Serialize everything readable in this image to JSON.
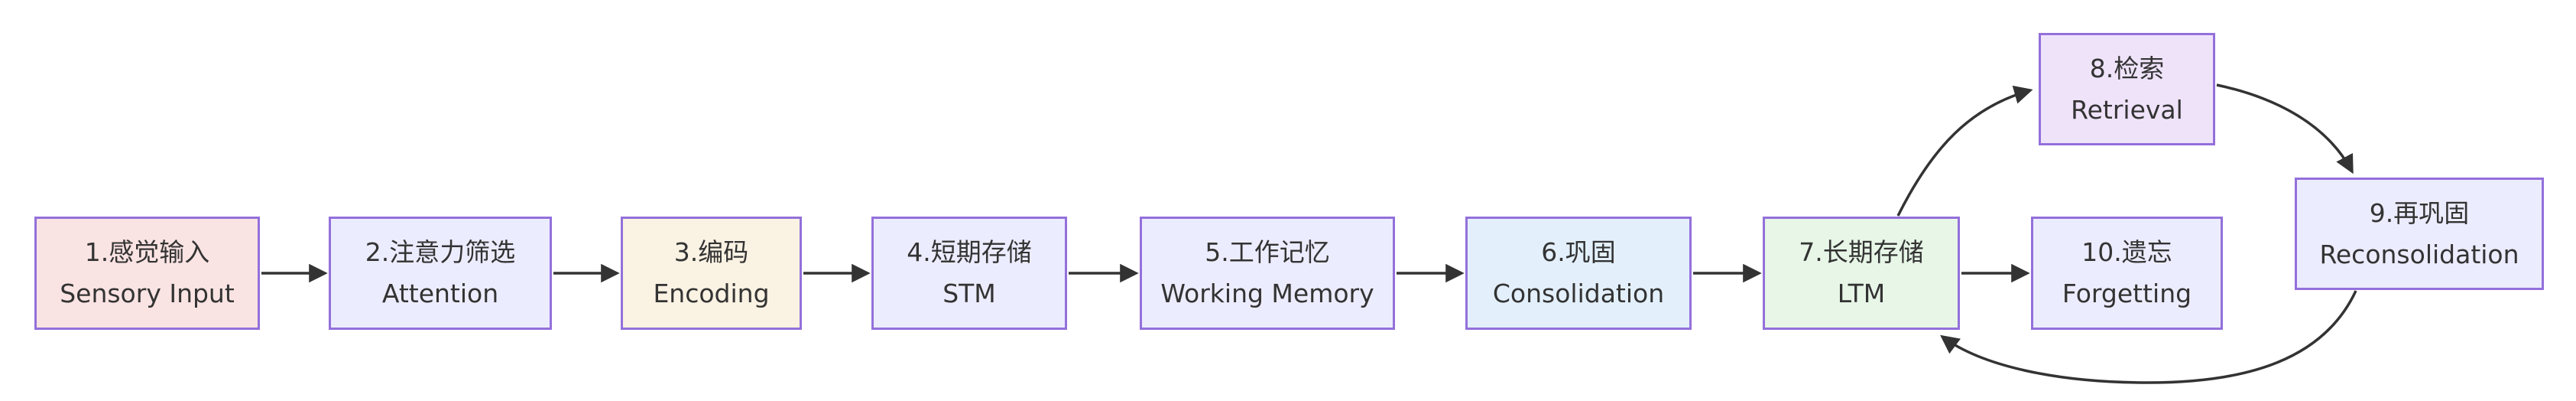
{
  "diagram": {
    "background_color": "#ffffff",
    "node_border_color": "#9370db",
    "arrow_color": "#333333",
    "text_color": "#333333"
  },
  "nodes": [
    {
      "id": "1",
      "label_zh": "1.感觉输入",
      "label_en": "Sensory Input",
      "fill": "#fae3e3"
    },
    {
      "id": "2",
      "label_zh": "2.注意力筛选",
      "label_en": "Attention",
      "fill": "#ececff"
    },
    {
      "id": "3",
      "label_zh": "3.编码",
      "label_en": "Encoding",
      "fill": "#faf2e3"
    },
    {
      "id": "4",
      "label_zh": "4.短期存储",
      "label_en": "STM",
      "fill": "#ececff"
    },
    {
      "id": "5",
      "label_zh": "5.工作记忆",
      "label_en": "Working Memory",
      "fill": "#ececff"
    },
    {
      "id": "6",
      "label_zh": "6.巩固",
      "label_en": "Consolidation",
      "fill": "#e3f0fc"
    },
    {
      "id": "7",
      "label_zh": "7.长期存储",
      "label_en": "LTM",
      "fill": "#e7f6e7"
    },
    {
      "id": "8",
      "label_zh": "8.检索",
      "label_en": "Retrieval",
      "fill": "#efe3fa"
    },
    {
      "id": "9",
      "label_zh": "9.再巩固",
      "label_en": "Reconsolidation",
      "fill": "#ececff"
    },
    {
      "id": "10",
      "label_zh": "10.遗忘",
      "label_en": "Forgetting",
      "fill": "#ececff"
    }
  ],
  "edges": [
    {
      "from": "1",
      "to": "2"
    },
    {
      "from": "2",
      "to": "3"
    },
    {
      "from": "3",
      "to": "4"
    },
    {
      "from": "4",
      "to": "5"
    },
    {
      "from": "5",
      "to": "6"
    },
    {
      "from": "6",
      "to": "7"
    },
    {
      "from": "7",
      "to": "8"
    },
    {
      "from": "8",
      "to": "9"
    },
    {
      "from": "9",
      "to": "7"
    },
    {
      "from": "7",
      "to": "10"
    }
  ]
}
